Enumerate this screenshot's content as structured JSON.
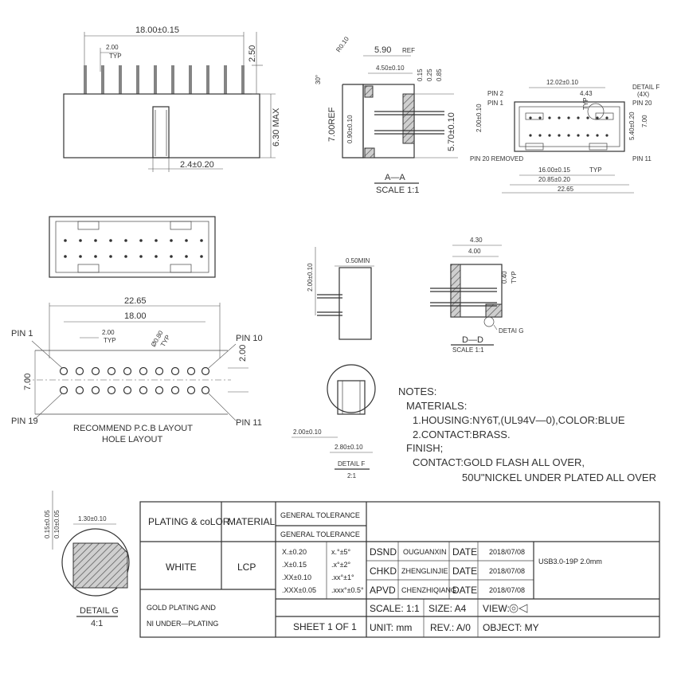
{
  "top_view": {
    "length": "18.00±0.15",
    "pitch": "2.00",
    "pitch_typ": "TYP",
    "pin_length": "2.50",
    "max_height": "6.30 MAX",
    "key_width": "2.4±0.20"
  },
  "section_aa": {
    "radius": "R0.10",
    "angle": "30°",
    "width": "5.90",
    "width_ref": "REF",
    "inner": "4.50±0.10",
    "d1": "0.15",
    "d2": "0.25",
    "d3": "0.85",
    "height_ref": "7.00REF",
    "height": "0.90±0.10",
    "pin_len": "5.70±0.10",
    "title": "A—A",
    "scale": "SCALE 1:1"
  },
  "top_right": {
    "pin2": "PIN 2",
    "pin1": "PIN 1",
    "pin20": "PIN 20",
    "pin11": "PIN 11",
    "pin20_removed": "PIN 20 REMOVED",
    "detail_f": "DETAIL F",
    "detail_f_qty": "(4X)",
    "dim_top": "12.02±0.10",
    "dim_small": "4.43",
    "dim_small_typ": "TYP",
    "dim_left": "2.00±0.10",
    "dim_right1": "5.40±0.20",
    "dim_right2": "7.00",
    "dim_b1": "16.00±0.15",
    "dim_b1_typ": "TYP",
    "dim_b2": "20.85±0.20",
    "dim_b3": "22.65"
  },
  "side_small": {
    "min": "0.50MIN",
    "height": "2.00±0.10"
  },
  "section_dd": {
    "w1": "4.30",
    "w2": "4.00",
    "pin": "0.40",
    "pin_typ": "TYP",
    "detail": "DETAI G",
    "title": "D—D",
    "scale": "SCALE 1:1"
  },
  "pcb_layout": {
    "overall": "22.65",
    "span": "18.00",
    "pitch": "2.00",
    "pitch_typ": "TYP",
    "hole": "Ø0.80",
    "hole_typ": "TYP",
    "row_pitch": "2.00",
    "height": "7.00",
    "pin1": "PIN 1",
    "pin10": "PIN 10",
    "pin19": "PIN 19",
    "pin11": "PIN 11",
    "caption1": "RECOMMEND P.C.B LAYOUT",
    "caption2": "HOLE LAYOUT"
  },
  "detail_f": {
    "d1": "2.00±0.10",
    "d2": "2.80±0.10",
    "title": "DETAIL F",
    "scale": "2:1"
  },
  "detail_g": {
    "d1": "0.15±0.05",
    "d2": "0.10±0.05",
    "d3": "1.30±0.10",
    "title": "DETAIL G",
    "scale": "4:1"
  },
  "notes": {
    "l1": "NOTES:",
    "l2": "MATERIALS:",
    "l3": "1.HOUSING:NY6T,(UL94V—0),COLOR:BLUE",
    "l4": "2.CONTACT:BRASS.",
    "l5": "FINISH;",
    "l6": "CONTACT:GOLD FLASH ALL OVER,",
    "l7": "50U\"NICKEL UNDER PLATED ALL OVER"
  },
  "title_block": {
    "plating_color_label": "PLATING & coLOR",
    "material_label": "MATERIAL",
    "color_value": "WHITE",
    "material_value": "LCP",
    "plating_value1": "GOLD PLATING AND",
    "plating_value2": "NI UNDER—PLATING",
    "gen_tol_header": "GENERAL TOLERANCE",
    "gen_tol_sub": "GENERAL  TOLERANCE",
    "tol_rows": [
      [
        "X.±0.20",
        "x.°±5°"
      ],
      [
        ".X±0.15",
        ".x°±2°"
      ],
      [
        ".XX±0.10",
        ".xx°±1°"
      ],
      [
        ".XXX±0.05",
        ".xxx°±0.5°"
      ]
    ],
    "sheet": "SHEET 1 OF 1",
    "dsnd_label": "DSND",
    "dsnd_name": "OUGUANXIN",
    "chkd_label": "CHKD",
    "chkd_name": "ZHENGLINJIE",
    "apvd_label": "APVD",
    "apvd_name": "CHENZHIQIANG",
    "date_label": "DATE",
    "date_value": "2018/07/08",
    "part": "USB3.0-19P 2.0mm",
    "scale_label": "SCALE: 1:1",
    "size_label": "SIZE: A4",
    "view_label": "VIEW:",
    "unit_label": "UNIT: mm",
    "rev_label": "REV.: A/0",
    "object_label": "OBJECT: MY"
  }
}
